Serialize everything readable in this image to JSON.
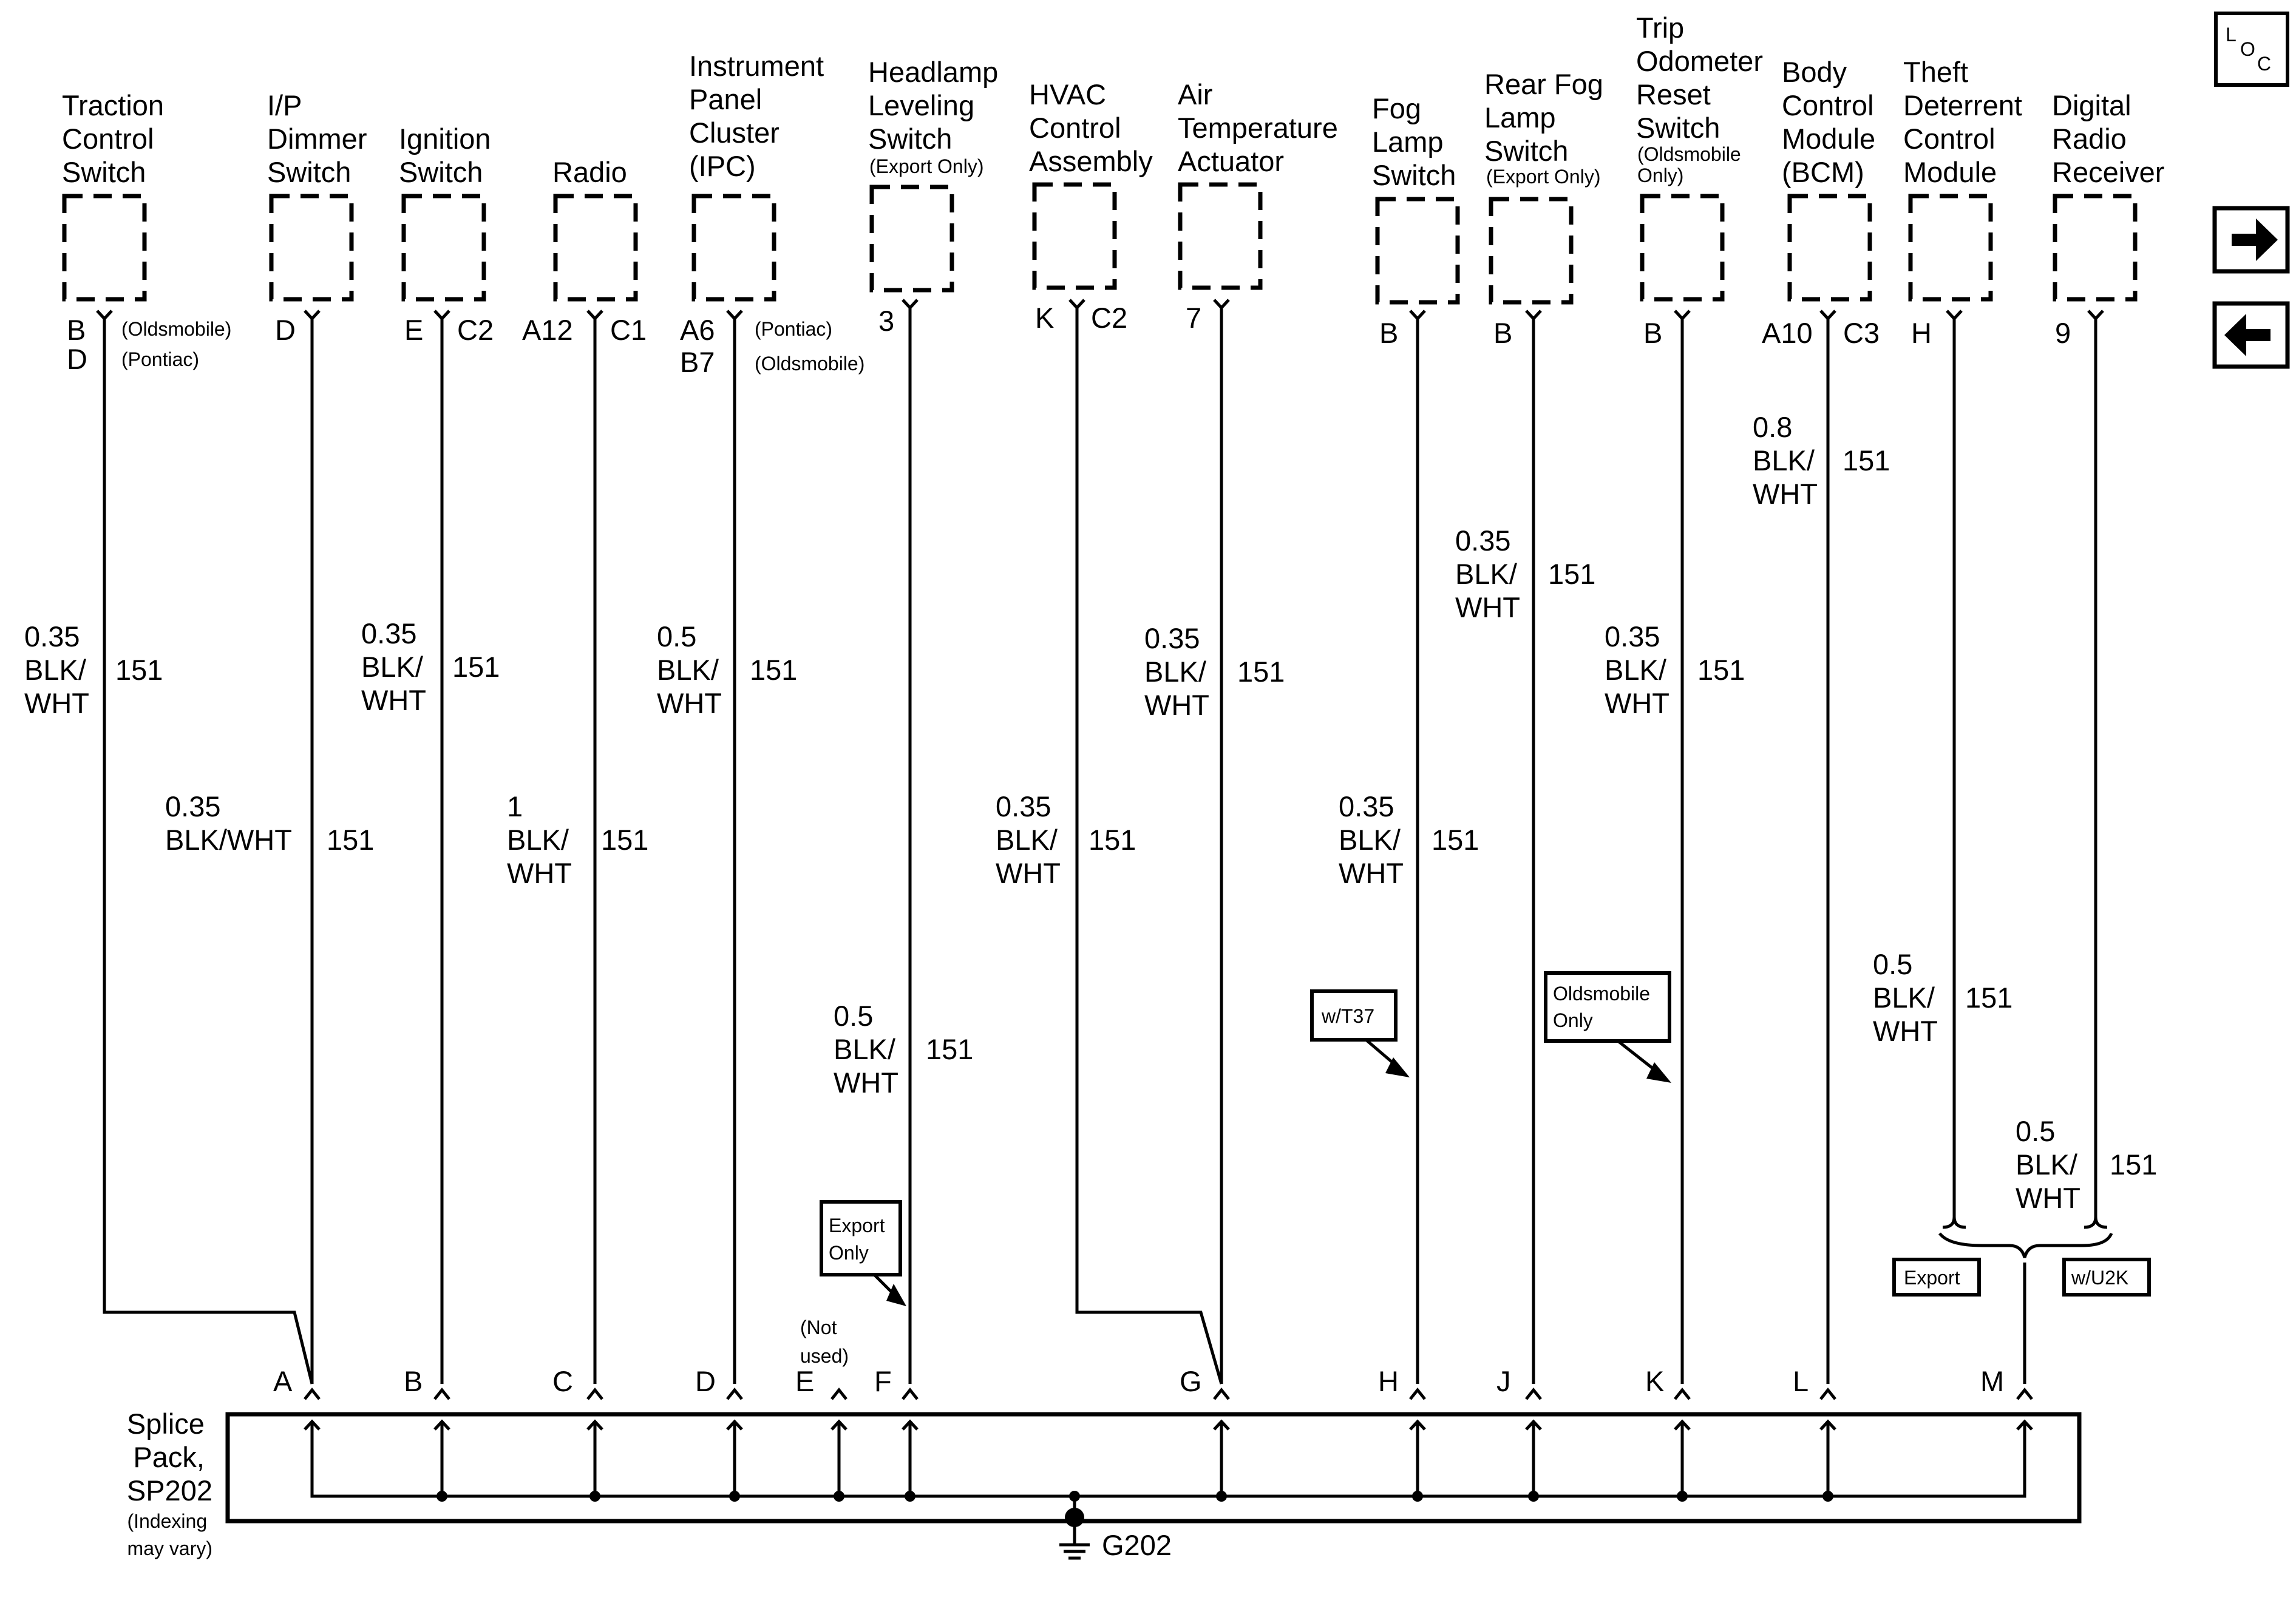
{
  "loc_icon": {
    "text_L": "L",
    "text_O": "O",
    "text_C": "C"
  },
  "nav": {
    "next_icon": "arrow-right-icon",
    "prev_icon": "arrow-left-icon"
  },
  "components": [
    {
      "key": "traction",
      "lines": [
        "Traction",
        "Control",
        "Switch"
      ],
      "notes": []
    },
    {
      "key": "ip-dimmer",
      "lines": [
        "I/P",
        "Dimmer",
        "Switch"
      ],
      "notes": []
    },
    {
      "key": "ignition",
      "lines": [
        "Ignition",
        "Switch"
      ],
      "notes": []
    },
    {
      "key": "radio",
      "lines": [
        "Radio"
      ],
      "notes": []
    },
    {
      "key": "ipc",
      "lines": [
        "Instrument",
        "Panel",
        "Cluster",
        "(IPC)"
      ],
      "notes": []
    },
    {
      "key": "headlamp",
      "lines": [
        "Headlamp",
        "Leveling",
        "Switch"
      ],
      "notes": [
        "(Export Only)"
      ]
    },
    {
      "key": "hvac",
      "lines": [
        "HVAC",
        "Control",
        "Assembly"
      ],
      "notes": []
    },
    {
      "key": "air-temp",
      "lines": [
        "Air",
        "Temperature",
        "Actuator"
      ],
      "notes": []
    },
    {
      "key": "fog",
      "lines": [
        "Fog",
        "Lamp",
        "Switch"
      ],
      "notes": []
    },
    {
      "key": "rear-fog",
      "lines": [
        "Rear Fog",
        "Lamp",
        "Switch"
      ],
      "notes": [
        "(Export Only)"
      ]
    },
    {
      "key": "trip",
      "lines": [
        "Trip",
        "Odometer",
        "Reset",
        "Switch"
      ],
      "notes": [
        "(Oldsmobile",
        "Only)"
      ]
    },
    {
      "key": "bcm",
      "lines": [
        "Body",
        "Control",
        "Module",
        "(BCM)"
      ],
      "notes": []
    },
    {
      "key": "theft",
      "lines": [
        "Theft",
        "Deterrent",
        "Control",
        "Module"
      ],
      "notes": []
    },
    {
      "key": "digital-radio",
      "lines": [
        "Digital",
        "Radio",
        "Receiver"
      ],
      "notes": []
    }
  ],
  "pins": [
    {
      "text": "B"
    },
    {
      "text": "D"
    },
    {
      "text": "(Oldsmobile)"
    },
    {
      "text": "(Pontiac)"
    },
    {
      "text": "D"
    },
    {
      "text": "E"
    },
    {
      "text": "C2"
    },
    {
      "text": "A12"
    },
    {
      "text": "C1"
    },
    {
      "text": "A6"
    },
    {
      "text": "B7"
    },
    {
      "text": "(Pontiac)"
    },
    {
      "text": "(Oldsmobile)"
    },
    {
      "text": "3"
    },
    {
      "text": "K"
    },
    {
      "text": "C2"
    },
    {
      "text": "7"
    },
    {
      "text": "B"
    },
    {
      "text": "B"
    },
    {
      "text": "B"
    },
    {
      "text": "A10"
    },
    {
      "text": "C3"
    },
    {
      "text": "H"
    },
    {
      "text": "9"
    }
  ],
  "wire_labels": [
    {
      "lines": [
        "0.35",
        "BLK/",
        "WHT"
      ],
      "circuit": "151"
    },
    {
      "lines": [
        "0.35",
        "BLK/WHT"
      ],
      "circuit": "151"
    },
    {
      "lines": [
        "0.35",
        "BLK/",
        "WHT"
      ],
      "circuit": "151"
    },
    {
      "lines": [
        "1",
        "BLK/",
        "WHT"
      ],
      "circuit": "151"
    },
    {
      "lines": [
        "0.5",
        "BLK/",
        "WHT"
      ],
      "circuit": "151"
    },
    {
      "lines": [
        "0.5",
        "BLK/",
        "WHT"
      ],
      "circuit": "151"
    },
    {
      "lines": [
        "0.35",
        "BLK/",
        "WHT"
      ],
      "circuit": "151"
    },
    {
      "lines": [
        "0.35",
        "BLK/",
        "WHT"
      ],
      "circuit": "151"
    },
    {
      "lines": [
        "0.35",
        "BLK/",
        "WHT"
      ],
      "circuit": "151"
    },
    {
      "lines": [
        "0.35",
        "BLK/",
        "WHT"
      ],
      "circuit": "151"
    },
    {
      "lines": [
        "0.35",
        "BLK/",
        "WHT"
      ],
      "circuit": "151"
    },
    {
      "lines": [
        "0.8",
        "BLK/",
        "WHT"
      ],
      "circuit": "151"
    },
    {
      "lines": [
        "0.5",
        "BLK/",
        "WHT"
      ],
      "circuit": "151"
    },
    {
      "lines": [
        "0.5",
        "BLK/",
        "WHT"
      ],
      "circuit": "151"
    }
  ],
  "notes": {
    "export_only": [
      "Export",
      "Only"
    ],
    "w_t37": "w/T37",
    "oldsmobile_only": [
      "Oldsmobile",
      "Only"
    ],
    "not_used": [
      "(Not",
      "used)"
    ],
    "export": "Export",
    "w_u2k": "w/U2K"
  },
  "splice_pins": [
    "A",
    "B",
    "C",
    "D",
    "E",
    "F",
    "G",
    "H",
    "J",
    "K",
    "L",
    "M"
  ],
  "splice_pack": {
    "lines": [
      "Splice",
      "Pack,",
      "SP202"
    ],
    "note": [
      "(Indexing",
      "may vary)"
    ]
  },
  "ground": "G202"
}
